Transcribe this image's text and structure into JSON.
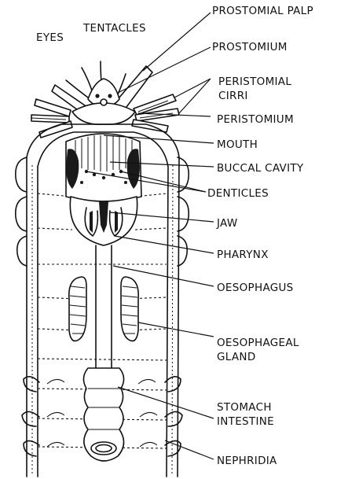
{
  "labels": {
    "eyes": "EYES",
    "tentacles": "TENTACLES",
    "prostomial_palp": "PROSTOMIAL PALP",
    "prostomium": "PROSTOMIUM",
    "peristomial_cirri_1": "PERISTOMIAL",
    "peristomial_cirri_2": "CIRRI",
    "peristomium": "PERISTOMIUM",
    "mouth": "MOUTH",
    "buccal_cavity": "BUCCAL CAVITY",
    "denticles": "DENTICLES",
    "jaw": "JAW",
    "pharynx": "PHARYNX",
    "oesophagus": "OESOPHAGUS",
    "oesophageal_gland_1": "OESOPHAGEAL",
    "oesophageal_gland_2": "GLAND",
    "stomach": "STOMACH",
    "intestine": "INTESTINE",
    "nephridia": "NEPHRIDIA"
  }
}
